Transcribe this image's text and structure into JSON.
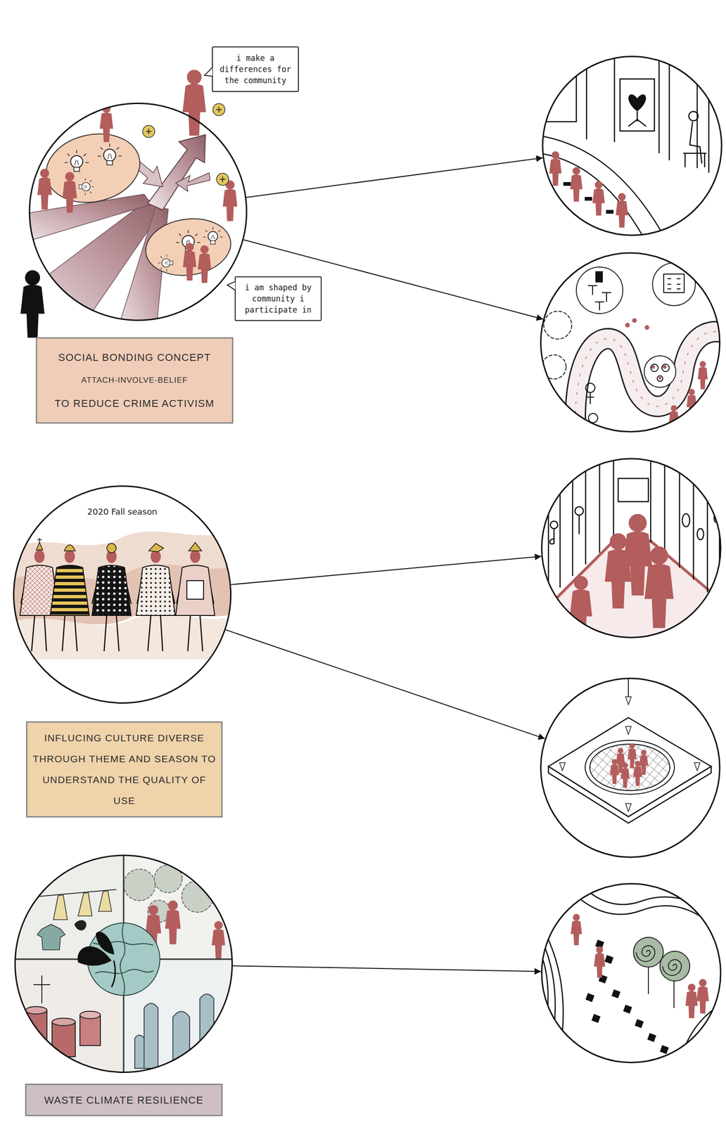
{
  "diagram": {
    "nodes": [
      {
        "text": [
          "i make a differences for the community"
        ]
      },
      {
        "text": []
      },
      {
        "text": []
      },
      {
        "text": [
          "i am shaped by community i participate in"
        ]
      },
      {
        "text": []
      },
      {
        "text": [
          "SOCIAL BONDING CONCEPT",
          "ATTACH-INVOLVE-BELIEF",
          "TO REDUCE CRIME ACTIVISM"
        ]
      },
      {
        "text": [
          "2020 Fall season"
        ]
      },
      {
        "text": []
      },
      {
        "text": []
      },
      {
        "text": [
          "INFLUCING CULTURE DIVERSE THROUGH THEME AND SEASON TO UNDERSTAND THE QUALITY OF USE"
        ]
      },
      {
        "text": []
      },
      {
        "text": []
      },
      {
        "text": [
          "WASTE CLIMATE RESILIENCE"
        ]
      }
    ],
    "edges": [
      {
        "from": 1,
        "to": 2,
        "arrow": "to"
      },
      {
        "from": 1,
        "to": 4,
        "arrow": "to"
      },
      {
        "from": 6,
        "to": 7,
        "arrow": "to"
      },
      {
        "from": 6,
        "to": 8,
        "arrow": "to"
      },
      {
        "from": 10,
        "to": 11,
        "arrow": "to"
      }
    ]
  }
}
